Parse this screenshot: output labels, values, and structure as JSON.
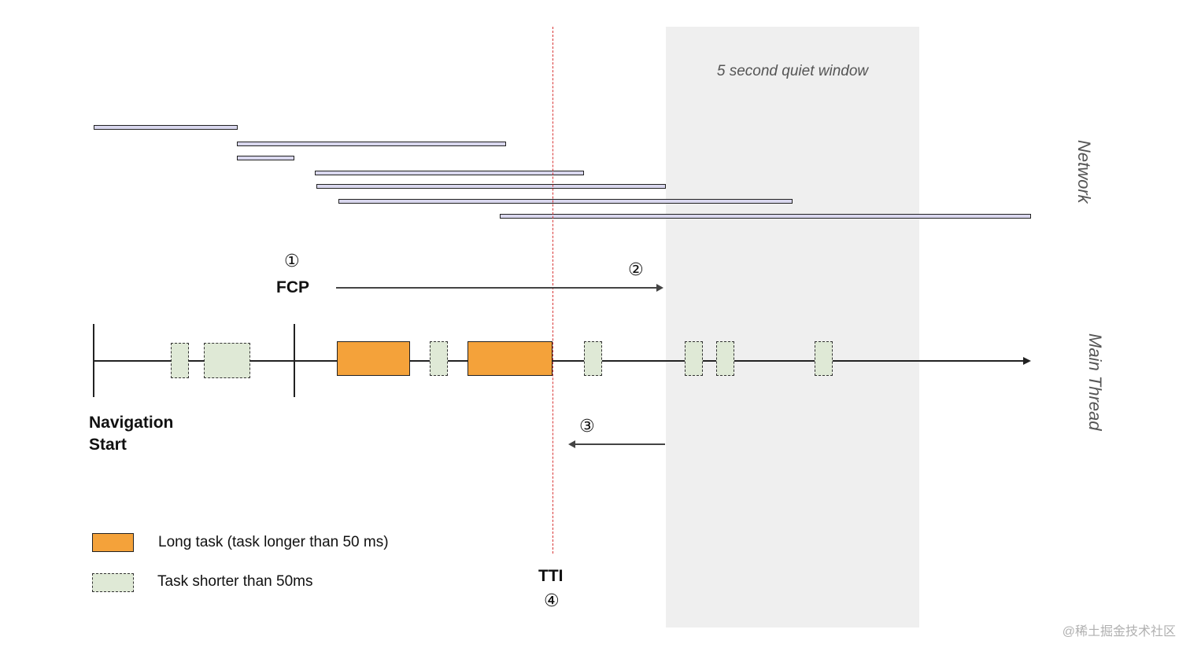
{
  "quiet_window": {
    "label": "5 second quiet window"
  },
  "rows": {
    "network_label": "Network",
    "main_label": "Main Thread"
  },
  "markers": {
    "m1": "①",
    "m2": "②",
    "m3": "③",
    "m4": "④"
  },
  "labels": {
    "fcp": "FCP",
    "nav_start_line1": "Navigation",
    "nav_start_line2": "Start",
    "tti": "TTI"
  },
  "legend": {
    "long_task": "Long task (task longer than 50 ms)",
    "short_task": "Task shorter than 50ms"
  },
  "colors": {
    "long_task": "#f4a23a",
    "short_task": "#dfe9d6",
    "network_bar": "#d9d7ee",
    "tti_line": "#d83535",
    "quiet_window": "#efefef"
  },
  "watermark": "@稀土掘金技术社区"
}
